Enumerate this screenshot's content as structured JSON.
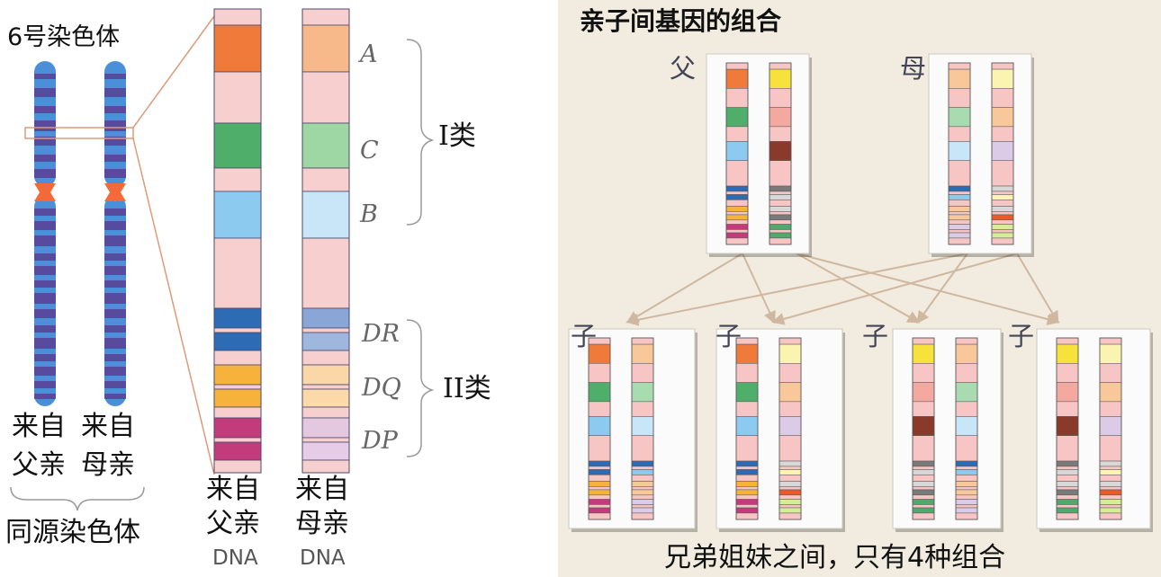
{
  "left": {
    "chromosome_title": "6号染色体",
    "from_father_line1": "来自",
    "from_father_line2": "父亲",
    "from_mother_line1": "来自",
    "from_mother_line2": "母亲",
    "homologous_label": "同源染色体",
    "dna_father_line1": "来自",
    "dna_father_line2": "父亲",
    "dna_mother_line1": "来自",
    "dna_mother_line2": "母亲",
    "dna_label_1": "DNA",
    "dna_label_2": "DNA",
    "gene_labels": [
      "A",
      "C",
      "B",
      "DR",
      "DQ",
      "DP"
    ],
    "class_1": "I类",
    "class_2": "II类"
  },
  "right": {
    "title": "亲子间基因的组合",
    "father": "父",
    "mother": "母",
    "children": [
      "子",
      "子",
      "子",
      "子"
    ],
    "caption": "兄弟姐妹之间，只有4种组合"
  },
  "colors": {
    "pink_band": "#f8cfcf",
    "orange_father": "#f07a3a",
    "green_father": "#4fae6a",
    "blue_father": "#8ccaf0",
    "dark_blue": "#2d6bb4",
    "yellow_orange": "#f7b23c",
    "magenta": "#c23c7c",
    "chromosome_blue": "#4a8fd8",
    "chromosome_band": "#5b3f93",
    "centromere": "#f26a3a",
    "connector": "#e09a7a",
    "right_bg": "#f1ecdf",
    "arrow": "#d0b8a0"
  }
}
